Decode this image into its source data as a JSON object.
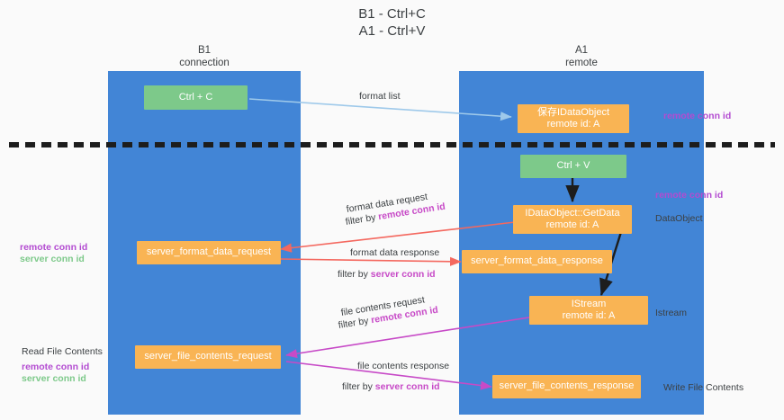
{
  "title": "B1 - Ctrl+C\nA1 - Ctrl+V",
  "lanes": [
    {
      "key": "b1",
      "header": "B1\nconnection"
    },
    {
      "key": "a1",
      "header": "A1\nremote"
    }
  ],
  "nodes": {
    "ctrl_c": "Ctrl + C",
    "ctrl_v": "Ctrl + V",
    "save_idataobject": "保存IDataObject\nremote id: A",
    "idataobject_getdata": "IDataObject::GetData\nremote id: A",
    "server_format_data_request": "server_format_data_request",
    "server_format_data_response": "server_format_data_response",
    "istream": "IStream\nremote id: A",
    "server_file_contents_request": "server_file_contents_request",
    "server_file_contents_response": "server_file_contents_response"
  },
  "edges": {
    "format_list": "format list",
    "format_data_request": "format data request",
    "format_data_request_filter_prefix": "filter by ",
    "format_data_request_filter_key": "remote conn id",
    "format_data_response": "format data response",
    "format_data_response_filter_prefix": "filter by ",
    "format_data_response_filter_key": "server conn id",
    "file_contents_request": "file contents request",
    "file_contents_request_filter_prefix": "filter by ",
    "file_contents_request_filter_key": "remote conn id",
    "file_contents_response": "file contents response",
    "file_contents_response_filter_prefix": "filter by ",
    "file_contents_response_filter_key": "server conn id"
  },
  "side_labels": {
    "right_remote_conn_id_top": "remote conn id",
    "right_remote_conn_id_mid": "remote conn id",
    "right_dataobject": "DataObject",
    "right_istream": "Istream",
    "right_write_file_contents": "Write File Contents",
    "left_read_file_contents": "Read File Contents",
    "left_remote_conn_id_mid": "remote conn id",
    "left_server_conn_id_mid": "server conn id",
    "left_remote_conn_id_bottom": "remote conn id",
    "left_server_conn_id_bottom": "server conn id"
  },
  "colors": {
    "lane": "#4285d6",
    "green_node": "#7dc98a",
    "orange_node": "#f9b454",
    "purple": "#b34bd1",
    "magenta": "#c74ac7",
    "red_arrow": "#f4685f",
    "blue_arrow": "#9ec9ea",
    "black_arrow": "#1d1d1d",
    "divider": "#1d1d1d",
    "background": "#fafafa"
  }
}
